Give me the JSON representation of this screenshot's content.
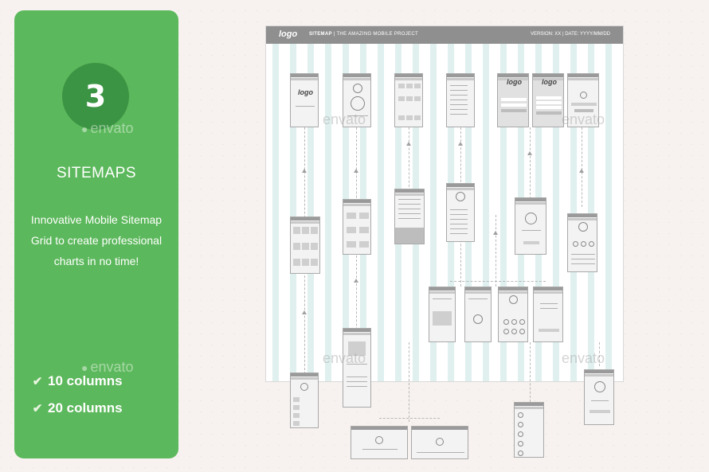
{
  "panel": {
    "number": "3",
    "title": "SITEMAPS",
    "description": "Innovative Mobile Sitemap Grid to create professional charts in no time!",
    "features": [
      {
        "label": "10 columns"
      },
      {
        "label": "20 columns"
      }
    ]
  },
  "watermark": "envato",
  "board": {
    "logo": "logo",
    "title_bold": "SITEMAP",
    "title_rest": "| THE AMAZING MOBILE PROJECT",
    "meta": "VERSION: XX | DATE: YYYY/MM/DD"
  },
  "colors": {
    "panel_green": "#5cb85c",
    "badge_green": "#3b9443",
    "board_header": "#8f8f8f",
    "column_tint": "#dff0ef"
  }
}
